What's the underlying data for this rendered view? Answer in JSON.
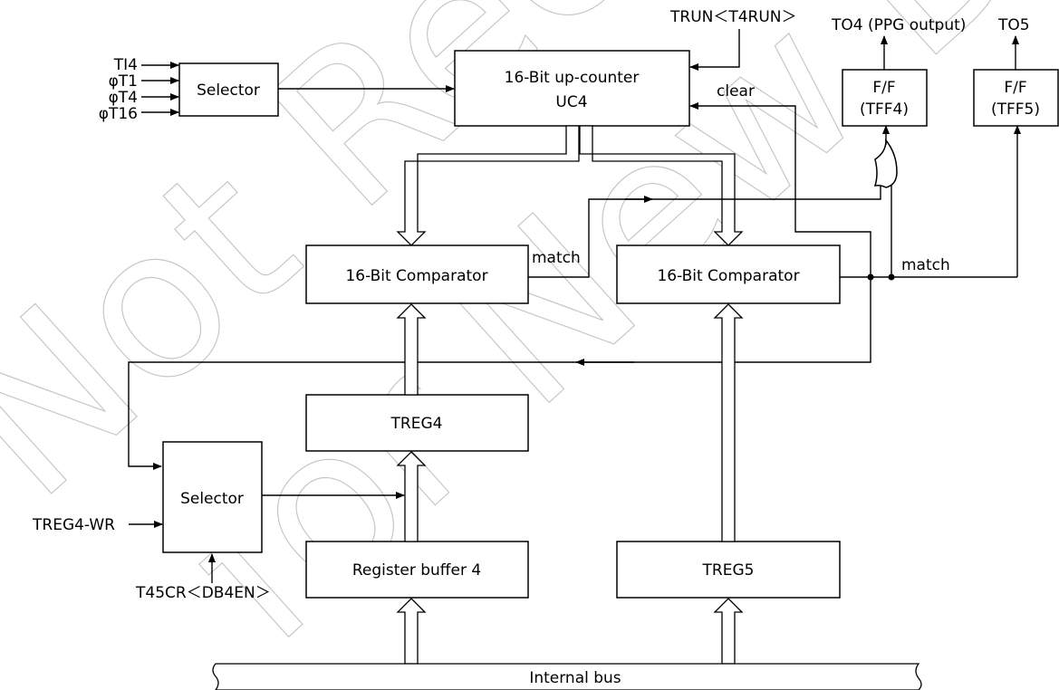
{
  "watermark": {
    "line1": "Not Recommended",
    "line2": "for New Design"
  },
  "inputs": {
    "ti4": "TI4",
    "phi_t1": "φT1",
    "phi_t4": "φT4",
    "phi_t16": "φT16"
  },
  "blocks": {
    "selector_top": "Selector",
    "upcounter_l1": "16-Bit up-counter",
    "upcounter_l2": "UC4",
    "comparator_left": "16-Bit Comparator",
    "comparator_right": "16-Bit Comparator",
    "treg4": "TREG4",
    "selector_bottom": "Selector",
    "register_buffer4": "Register buffer 4",
    "treg5": "TREG5",
    "ff4_l1": "F/F",
    "ff4_l2": "(TFF4)",
    "ff5_l1": "F/F",
    "ff5_l2": "(TFF5)",
    "internal_bus": "Internal bus"
  },
  "signals": {
    "trun": "TRUN＜T4RUN＞",
    "clear": "clear",
    "match_left": "match",
    "match_right": "match",
    "to4": "TO4 (PPG output)",
    "to5": "TO5",
    "treg4_wr": "TREG4-WR",
    "t45cr": "T45CR＜DB4EN＞"
  }
}
